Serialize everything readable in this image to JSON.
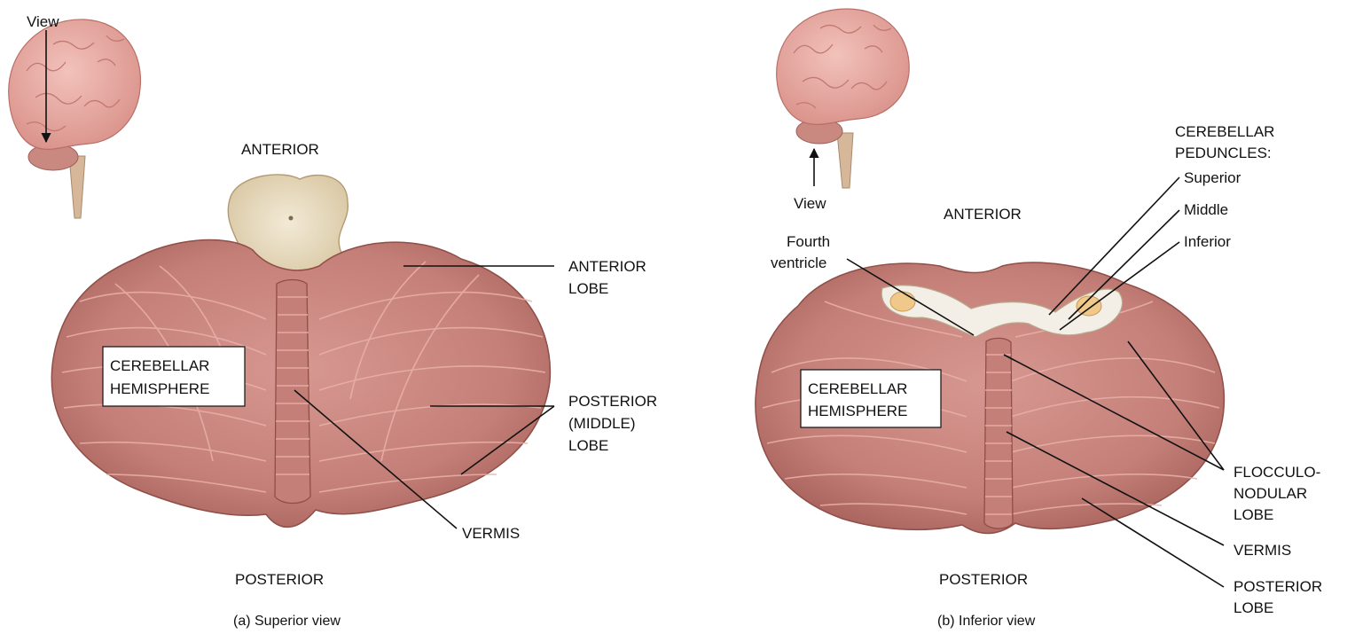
{
  "panel_a": {
    "view_label": "View",
    "anterior": "ANTERIOR",
    "posterior": "POSTERIOR",
    "hemisphere_box": [
      "CEREBELLAR",
      "HEMISPHERE"
    ],
    "anterior_lobe": [
      "ANTERIOR",
      "LOBE"
    ],
    "posterior_middle_lobe": [
      "POSTERIOR",
      "(MIDDLE)",
      "LOBE"
    ],
    "vermis": "VERMIS",
    "caption": "(a) Superior view"
  },
  "panel_b": {
    "view_label": "View",
    "peduncles_heading": [
      "CEREBELLAR",
      "PEDUNCLES:"
    ],
    "superior": "Superior",
    "middle": "Middle",
    "inferior": "Inferior",
    "anterior": "ANTERIOR",
    "fourth_ventricle": [
      "Fourth",
      "ventricle"
    ],
    "hemisphere_box": [
      "CEREBELLAR",
      "HEMISPHERE"
    ],
    "flocculonodular_lobe": [
      "FLOCCULO-",
      "NODULAR",
      "LOBE"
    ],
    "vermis": "VERMIS",
    "posterior_lobe": [
      "POSTERIOR",
      "LOBE"
    ],
    "posterior": "POSTERIOR",
    "caption": "(b) Inferior view"
  },
  "colors": {
    "cerebellum": "#c9837c",
    "folia": "#e3a59d",
    "brainstem_section": "#e8dcc0",
    "brain_icon": "#e7aaa3"
  }
}
